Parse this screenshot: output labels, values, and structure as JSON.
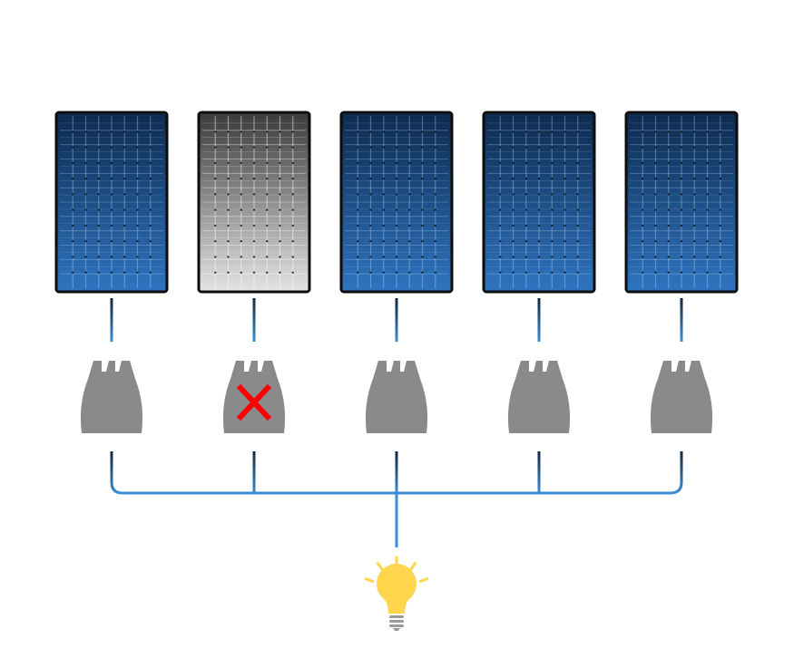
{
  "colors": {
    "background": "#ffffff",
    "panel_frame": "#0d0d0d",
    "panel_active_top": "#0d2a4d",
    "panel_active_bottom": "#2f74c0",
    "panel_failed_top": "#3a3a3a",
    "panel_failed_bottom": "#e4e4e4",
    "microinverter": "#8a8a8a",
    "wire_top": "#14283f",
    "wire_bottom": "#3a8fd6",
    "failure_mark": "#ff0000",
    "bulb": "#ffd54d",
    "bulb_base": "#9a9a9a"
  },
  "panels": [
    {
      "status": "active"
    },
    {
      "status": "failed"
    },
    {
      "status": "active"
    },
    {
      "status": "active"
    },
    {
      "status": "active"
    }
  ],
  "microinverters": [
    {
      "status": "ok"
    },
    {
      "status": "failed",
      "icon": "red-x-icon"
    },
    {
      "status": "ok"
    },
    {
      "status": "ok"
    },
    {
      "status": "ok"
    }
  ],
  "output": {
    "icon": "light-bulb-icon"
  }
}
